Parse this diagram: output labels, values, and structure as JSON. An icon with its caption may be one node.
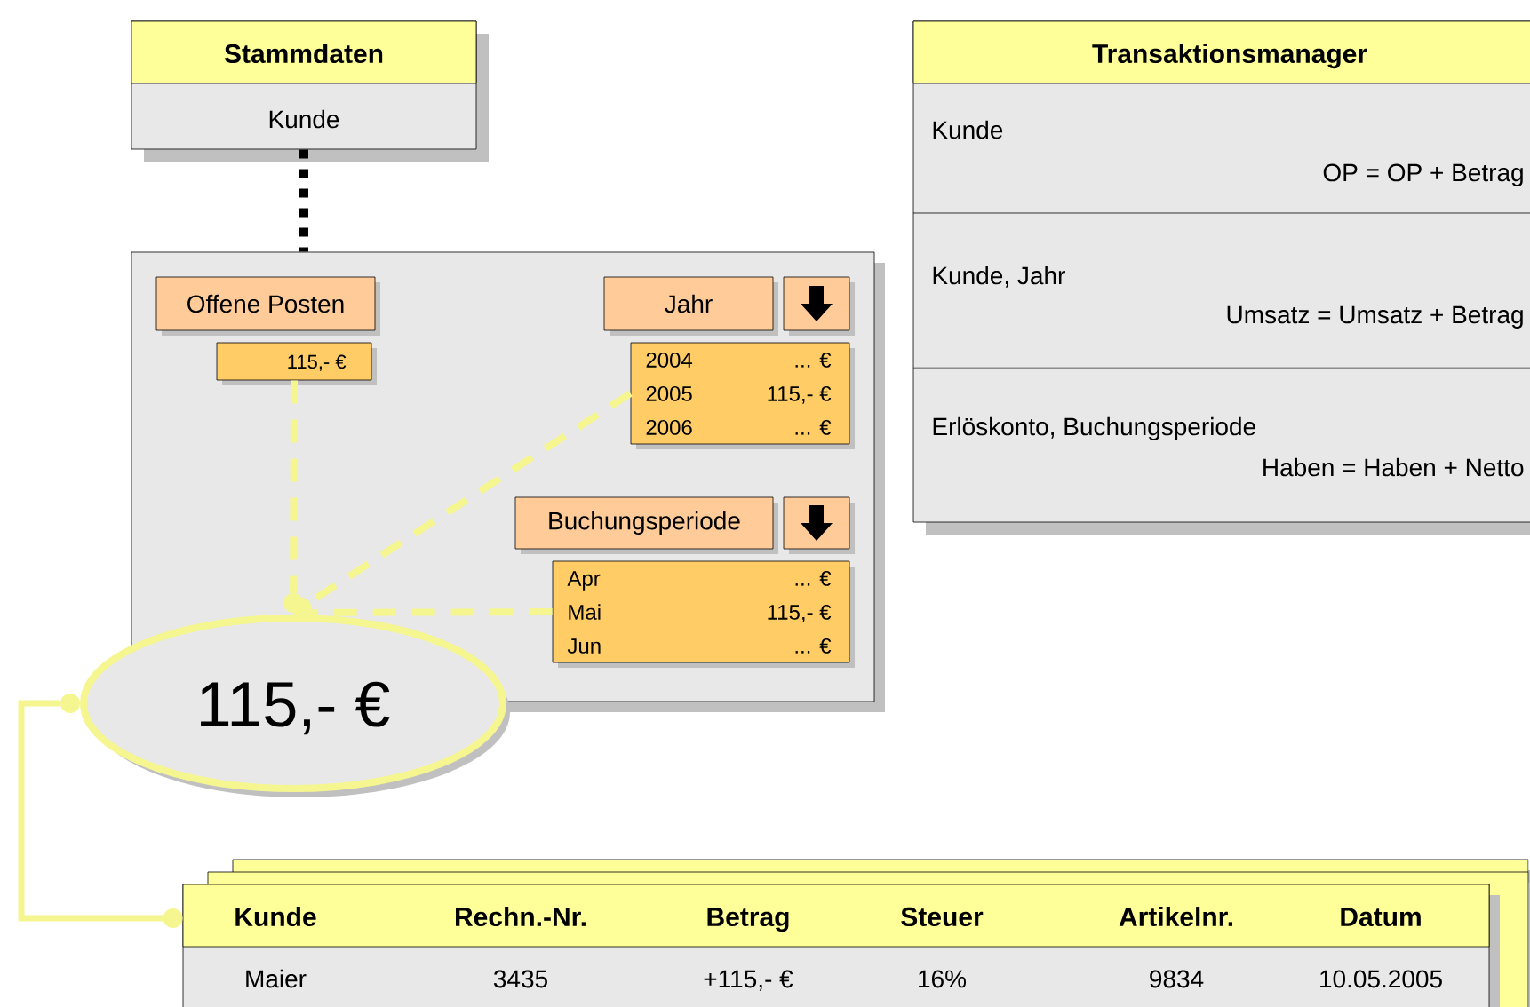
{
  "diagram": {
    "nodes": [
      {
        "text": [
          "Stammdaten",
          "Kunde"
        ]
      },
      {
        "text": [],
        "shape": "box"
      },
      {
        "text": [
          "Offene Posten"
        ],
        "in": 1
      },
      {
        "text": [
          "115,- €"
        ],
        "in": 1
      },
      {
        "text": [
          "Jahr"
        ],
        "in": 1
      },
      {
        "text": [],
        "shape": "box",
        "in": 1
      },
      {
        "text": [
          "2004",
          "... €",
          "2005",
          "115,- €",
          "2006",
          "... €"
        ],
        "in": 1
      },
      {
        "text": [
          "Buchungsperiode"
        ],
        "in": 1
      },
      {
        "text": [],
        "shape": "box",
        "in": 1
      },
      {
        "text": [
          "Apr",
          "... €",
          "Mai",
          "115,- €",
          "Jun",
          "... €"
        ],
        "in": 1
      },
      {
        "text": [
          "115,- €"
        ]
      },
      {
        "text": [
          "Transaktionsmanager",
          "Kunde",
          "OP = OP + Betrag",
          "Kunde, Jahr",
          "Umsatz = Umsatz + Betrag",
          "Erlöskonto, Buchungsperiode",
          "Haben = Haben + Netto"
        ]
      },
      {
        "text": [
          "Kunde",
          "Rechn.-Nr.",
          "Betrag",
          "Steuer",
          "Artikelnr.",
          "Datum",
          "Maier",
          "3435",
          "+115,- €",
          "16%",
          "9834",
          "10.05.2005"
        ]
      }
    ],
    "edges": [
      {
        "from": 0,
        "to": 1,
        "arrow": "none",
        "style": "dashed",
        "color": "#000000"
      },
      {
        "from": 3,
        "to": 10,
        "arrow": "other",
        "style": "dashed"
      },
      {
        "from": 6,
        "to": 10,
        "arrow": "other",
        "style": "dashed"
      },
      {
        "from": 9,
        "to": 10,
        "arrow": "other",
        "style": "dashed"
      },
      {
        "from": 10,
        "to": 12,
        "arrow": "other"
      }
    ]
  }
}
